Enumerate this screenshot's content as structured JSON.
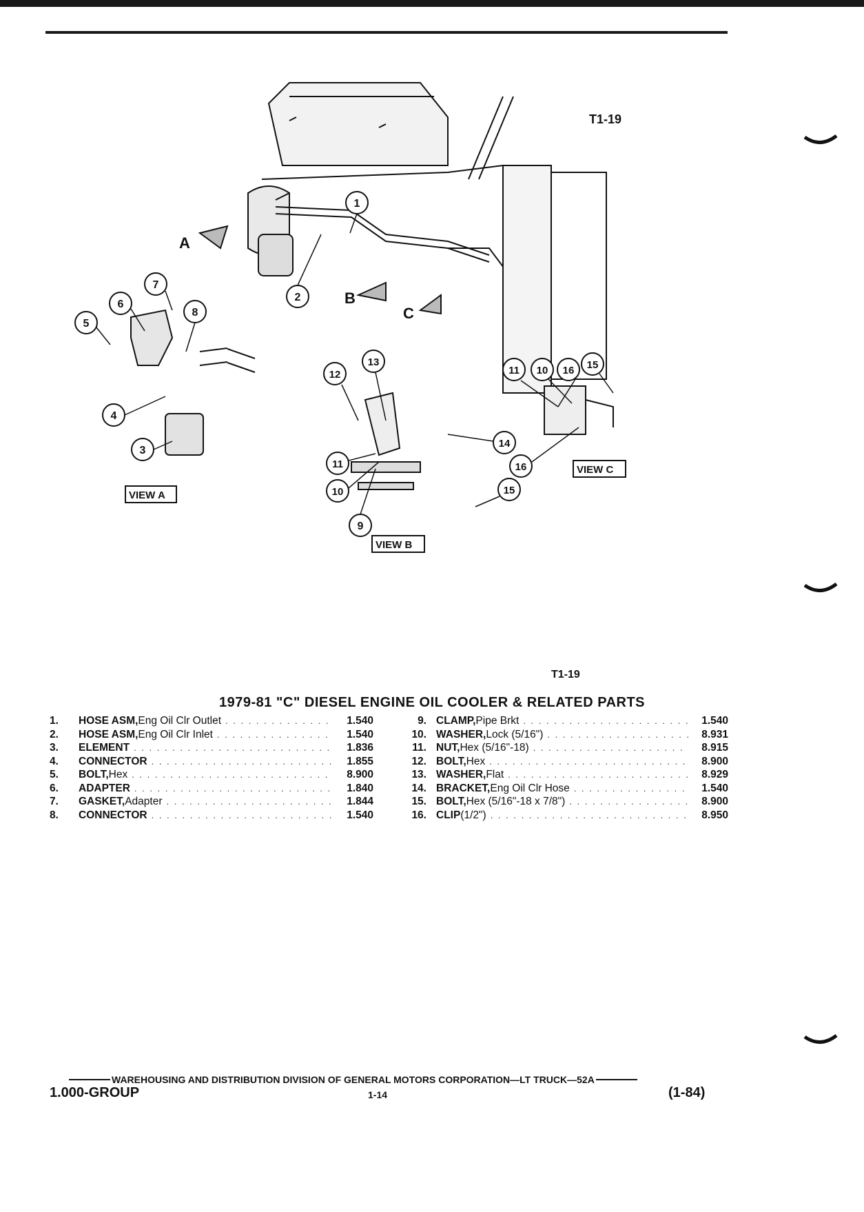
{
  "figure_code": "T1-19",
  "diagram": {
    "view_labels": [
      "VIEW A",
      "VIEW B",
      "VIEW C"
    ],
    "arrow_labels": [
      "A",
      "B",
      "C"
    ]
  },
  "title": "1979-81 \"C\" DIESEL ENGINE OIL COOLER & RELATED PARTS",
  "parts_left": [
    {
      "num": "1.",
      "name": "HOSE ASM,",
      "desc": " Eng Oil Clr Outlet",
      "code": "1.540"
    },
    {
      "num": "2.",
      "name": "HOSE ASM,",
      "desc": " Eng Oil Clr Inlet",
      "code": "1.540"
    },
    {
      "num": "3.",
      "name": "ELEMENT",
      "desc": "",
      "code": "1.836"
    },
    {
      "num": "4.",
      "name": "CONNECTOR",
      "desc": "",
      "code": "1.855"
    },
    {
      "num": "5.",
      "name": "BOLT,",
      "desc": " Hex",
      "code": "8.900"
    },
    {
      "num": "6.",
      "name": "ADAPTER",
      "desc": "",
      "code": "1.840"
    },
    {
      "num": "7.",
      "name": "GASKET,",
      "desc": " Adapter",
      "code": "1.844"
    },
    {
      "num": "8.",
      "name": "CONNECTOR",
      "desc": "",
      "code": "1.540"
    }
  ],
  "parts_right": [
    {
      "num": "9.",
      "name": "CLAMP,",
      "desc": " Pipe Brkt",
      "code": "1.540"
    },
    {
      "num": "10.",
      "name": "WASHER,",
      "desc": " Lock (5/16\")",
      "code": "8.931"
    },
    {
      "num": "11.",
      "name": "NUT,",
      "desc": " Hex (5/16\"-18)",
      "code": "8.915"
    },
    {
      "num": "12.",
      "name": "BOLT,",
      "desc": " Hex",
      "code": "8.900"
    },
    {
      "num": "13.",
      "name": "WASHER,",
      "desc": " Flat",
      "code": "8.929"
    },
    {
      "num": "14.",
      "name": "BRACKET,",
      "desc": " Eng Oil Clr Hose",
      "code": "1.540"
    },
    {
      "num": "15.",
      "name": "BOLT,",
      "desc": " Hex (5/16\"-18 x 7/8\")",
      "code": "8.900"
    },
    {
      "num": "16.",
      "name": "CLIP",
      "desc": " (1/2\")",
      "code": "8.950"
    }
  ],
  "footer": {
    "division": "WAREHOUSING AND DISTRIBUTION  DIVISION OF GENERAL MOTORS CORPORATION—LT TRUCK—52A",
    "group": "1.000-GROUP",
    "page": "1-14",
    "date_code": "(1-84)"
  }
}
